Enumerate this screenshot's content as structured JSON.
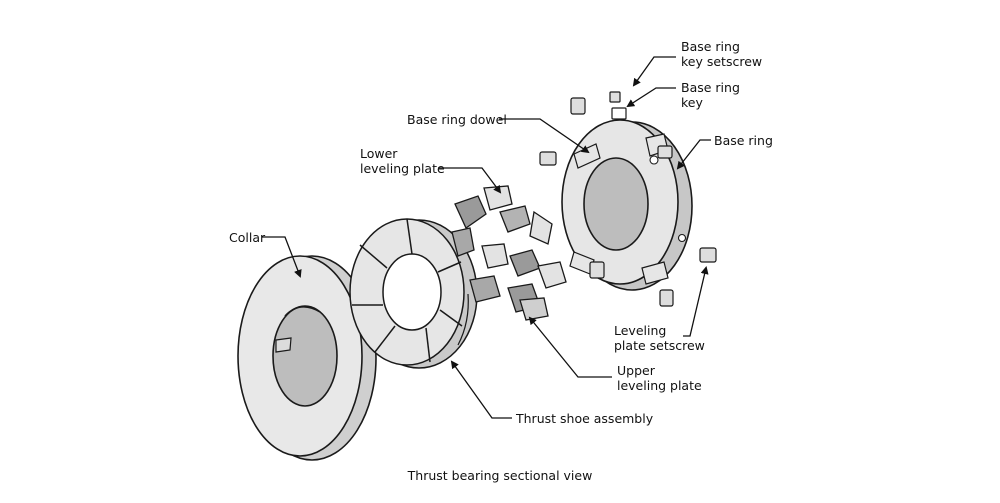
{
  "labels": {
    "base_ring_key_setscrew": [
      "Base ring",
      "key setscrew"
    ],
    "base_ring_key": [
      "Base ring",
      "key"
    ],
    "base_ring_dowel": "Base ring dowel",
    "base_ring": "Base ring",
    "lower_leveling_plate": [
      "Lower",
      "leveling plate"
    ],
    "collar": "Collar",
    "leveling_plate_setscrew": [
      "Leveling",
      "plate setscrew"
    ],
    "upper_leveling_plate": [
      "Upper",
      "leveling plate"
    ],
    "thrust_shoe_assembly": "Thrust shoe assembly"
  },
  "caption": "Thrust bearing sectional view",
  "colors": {
    "part_fill": "#e6e6e6",
    "part_shade": "#b5b5b5",
    "part_dark": "#8a8a8a",
    "outline": "#1a1a1a"
  }
}
